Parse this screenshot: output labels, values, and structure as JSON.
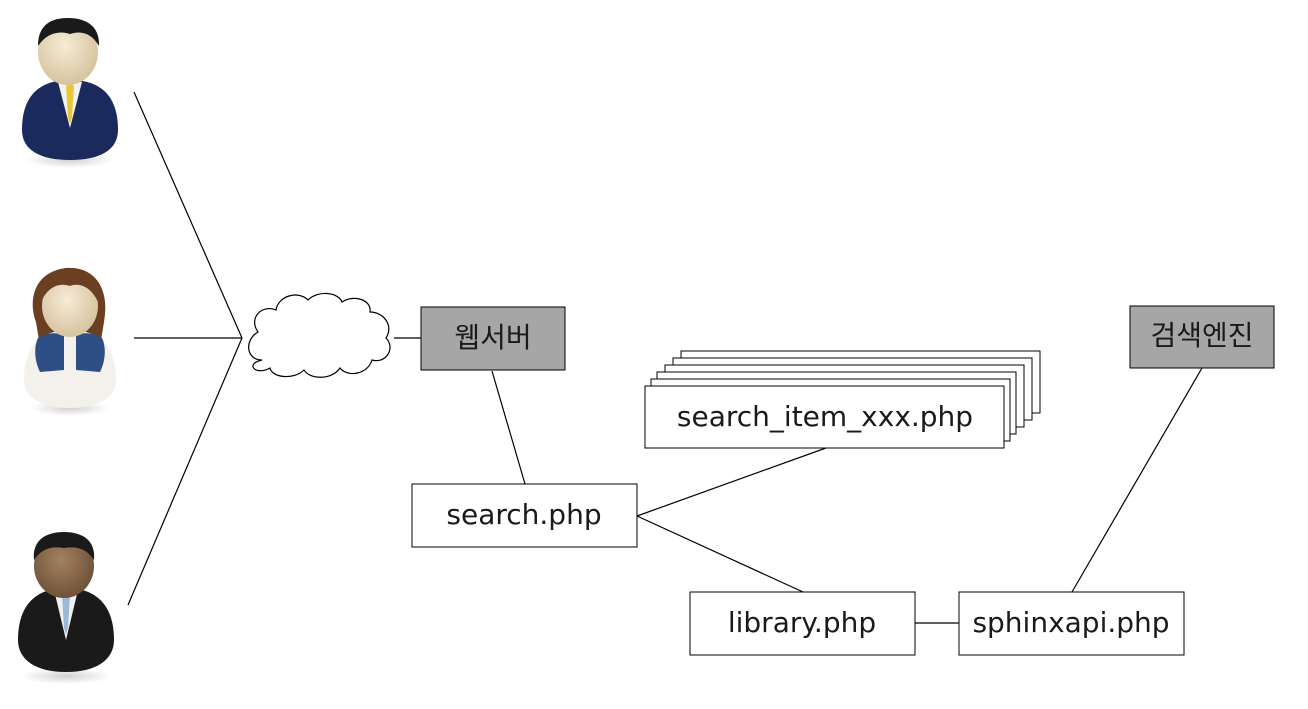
{
  "nodes": {
    "web_server": "웹서버",
    "search_engine": "검색엔진",
    "search_item": "search_item_xxx.php",
    "search_php": "search.php",
    "library_php": "library.php",
    "sphinxapi_php": "sphinxapi.php"
  },
  "colors": {
    "gray_box": "#a6a6a6",
    "white_box": "#ffffff",
    "stroke": "#000000",
    "suit_navy": "#1b2a5c",
    "tie_gold": "#e8c83a",
    "vest_blue": "#2e4f86",
    "suit_black": "#1a1a1a",
    "tie_lightblue": "#9bb8d8",
    "skin_light": "#e9d8b8",
    "skin_dark": "#8a6a4e",
    "hair_black": "#1a1a1a",
    "hair_brown": "#6b3f22"
  },
  "icons": [
    "user-businessman-icon",
    "user-woman-icon",
    "user-businessman-dark-icon",
    "internet-cloud-icon"
  ]
}
